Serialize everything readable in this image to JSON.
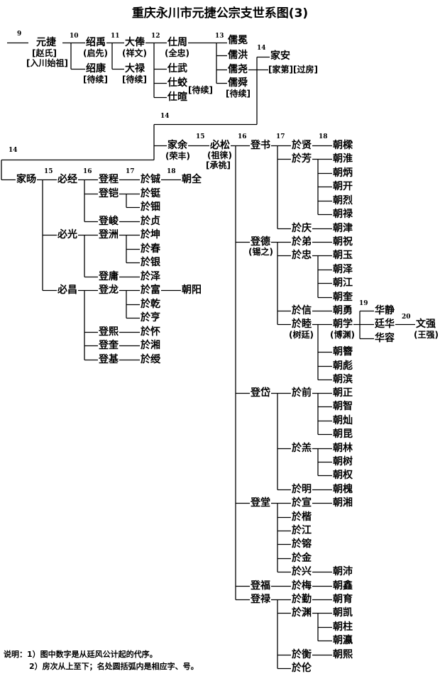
{
  "title": "重庆永川市元捷公宗支世系图(3)",
  "people": [
    "元捷",
    "绍禹",
    "绍康",
    "大俸",
    "大禄",
    "仕周",
    "仕武",
    "仕蛟",
    "仕暄",
    "儒冕",
    "儒洪",
    "儒尧",
    "儒舜",
    "家安",
    "家余",
    "必松",
    "家旸",
    "必经",
    "必光",
    "必昌",
    "登程",
    "登铠",
    "登峻",
    "登洲",
    "登庸",
    "登龙",
    "登熙",
    "登奎",
    "登基",
    "於铖",
    "於铤",
    "於钿",
    "於贞",
    "於坤",
    "於春",
    "於银",
    "於泽",
    "於富",
    "於乾",
    "於亨",
    "於怀",
    "於湘",
    "於绶",
    "朝全",
    "朝阳",
    "登书",
    "登德",
    "登岱",
    "登堂",
    "登福",
    "登禄",
    "於贤",
    "於芳",
    "於庆",
    "於弟",
    "於忠",
    "於信",
    "於睦",
    "於前",
    "於羔",
    "於明",
    "於宣",
    "於楷",
    "於江",
    "於镕",
    "於金",
    "於兴",
    "於梅",
    "於勤",
    "於渊",
    "於衡",
    "於伦",
    "朝樑",
    "朝淮",
    "朝炳",
    "朝开",
    "朝烈",
    "朝禄",
    "朝津",
    "朝祝",
    "朝玉",
    "朝泽",
    "朝江",
    "朝奎",
    "朝勇",
    "朝学",
    "朝簪",
    "朝彪",
    "朝滨",
    "朝正",
    "朝智",
    "朝灿",
    "朝昆",
    "朝林",
    "朝树",
    "朝权",
    "朝槐",
    "朝湘",
    "朝沛",
    "朝鑫",
    "朝育",
    "朝凯",
    "朝柱",
    "朝瀛",
    "朝熙",
    "华静",
    "廷华",
    "华容",
    "文强"
  ],
  "annotations": [
    "[赵氏]",
    "[入川始祖]",
    "(启先)",
    "[待续]",
    "(祥文)",
    "[待续]",
    "(全忠)",
    "[待续]",
    "[待续]",
    "[家第][过房]",
    "(荣丰)",
    "(祖徕)",
    "[承祧]",
    "(锡之)",
    "(树廷)",
    "(博渊)",
    "(王强)"
  ],
  "generation_labels": [
    "9",
    "10",
    "11",
    "12",
    "13",
    "14",
    "14",
    "14",
    "15",
    "16",
    "17",
    "18",
    "15",
    "16",
    "17",
    "18",
    "19",
    "20"
  ],
  "notes": {
    "line1": "说明：1）图中数字是从廷风公计起的代序。",
    "line2": "2）房次从上至下；名处圆括弧内是相应字、号。"
  }
}
